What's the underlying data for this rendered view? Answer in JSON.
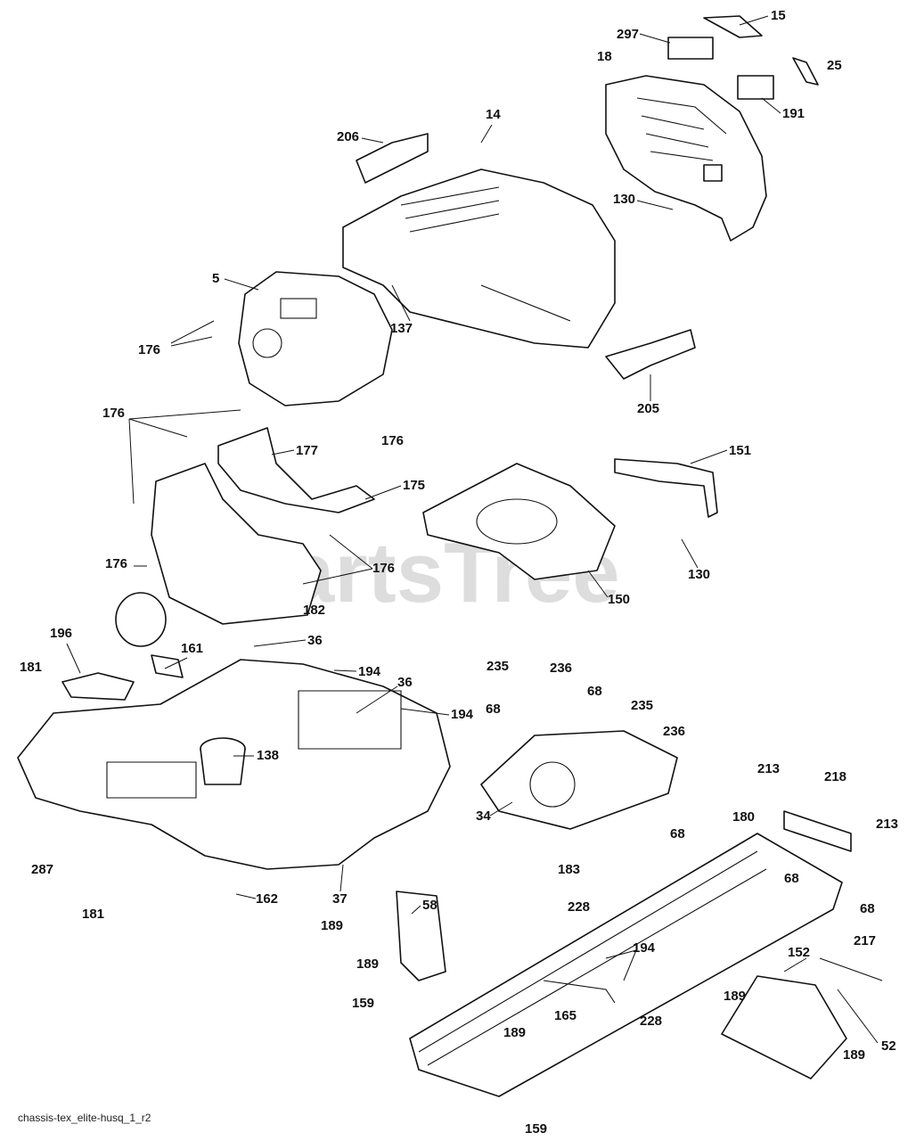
{
  "watermark": "PartsTree",
  "diagram_code": "chassis-tex_elite-husq_1_r2",
  "callouts": [
    {
      "id": "c15",
      "text": "15"
    },
    {
      "id": "c297",
      "text": "297"
    },
    {
      "id": "c18",
      "text": "18"
    },
    {
      "id": "c25",
      "text": "25"
    },
    {
      "id": "c191",
      "text": "191"
    },
    {
      "id": "c14",
      "text": "14"
    },
    {
      "id": "c206",
      "text": "206"
    },
    {
      "id": "c130a",
      "text": "130"
    },
    {
      "id": "c5",
      "text": "5"
    },
    {
      "id": "c176a",
      "text": "176"
    },
    {
      "id": "c137",
      "text": "137"
    },
    {
      "id": "c205",
      "text": "205"
    },
    {
      "id": "c176b",
      "text": "176"
    },
    {
      "id": "c176c",
      "text": "176"
    },
    {
      "id": "c177",
      "text": "177"
    },
    {
      "id": "c175",
      "text": "175"
    },
    {
      "id": "c151",
      "text": "151"
    },
    {
      "id": "c176d",
      "text": "176"
    },
    {
      "id": "c176e",
      "text": "176"
    },
    {
      "id": "c182",
      "text": "182"
    },
    {
      "id": "c150",
      "text": "150"
    },
    {
      "id": "c130b",
      "text": "130"
    },
    {
      "id": "c196",
      "text": "196"
    },
    {
      "id": "c161",
      "text": "161"
    },
    {
      "id": "c36a",
      "text": "36"
    },
    {
      "id": "c181a",
      "text": "181"
    },
    {
      "id": "c194a",
      "text": "194"
    },
    {
      "id": "c36b",
      "text": "36"
    },
    {
      "id": "c235a",
      "text": "235"
    },
    {
      "id": "c236a",
      "text": "236"
    },
    {
      "id": "c194b",
      "text": "194"
    },
    {
      "id": "c68a",
      "text": "68"
    },
    {
      "id": "c68b",
      "text": "68"
    },
    {
      "id": "c235b",
      "text": "235"
    },
    {
      "id": "c236b",
      "text": "236"
    },
    {
      "id": "c138",
      "text": "138"
    },
    {
      "id": "c213a",
      "text": "213"
    },
    {
      "id": "c218",
      "text": "218"
    },
    {
      "id": "c34",
      "text": "34"
    },
    {
      "id": "c180",
      "text": "180"
    },
    {
      "id": "c213b",
      "text": "213"
    },
    {
      "id": "c68c",
      "text": "68"
    },
    {
      "id": "c287",
      "text": "287"
    },
    {
      "id": "c183",
      "text": "183"
    },
    {
      "id": "c68d",
      "text": "68"
    },
    {
      "id": "c37",
      "text": "37"
    },
    {
      "id": "c162",
      "text": "162"
    },
    {
      "id": "c181b",
      "text": "181"
    },
    {
      "id": "c68e",
      "text": "68"
    },
    {
      "id": "c58",
      "text": "58"
    },
    {
      "id": "c228a",
      "text": "228"
    },
    {
      "id": "c189a",
      "text": "189"
    },
    {
      "id": "c217",
      "text": "217"
    },
    {
      "id": "c194c",
      "text": "194"
    },
    {
      "id": "c152",
      "text": "152"
    },
    {
      "id": "c189b",
      "text": "189"
    },
    {
      "id": "c189c",
      "text": "189"
    },
    {
      "id": "c159a",
      "text": "159"
    },
    {
      "id": "c165",
      "text": "165"
    },
    {
      "id": "c228b",
      "text": "228"
    },
    {
      "id": "c189d",
      "text": "189"
    },
    {
      "id": "c189e",
      "text": "189"
    },
    {
      "id": "c52",
      "text": "52"
    },
    {
      "id": "c159b",
      "text": "159"
    }
  ]
}
